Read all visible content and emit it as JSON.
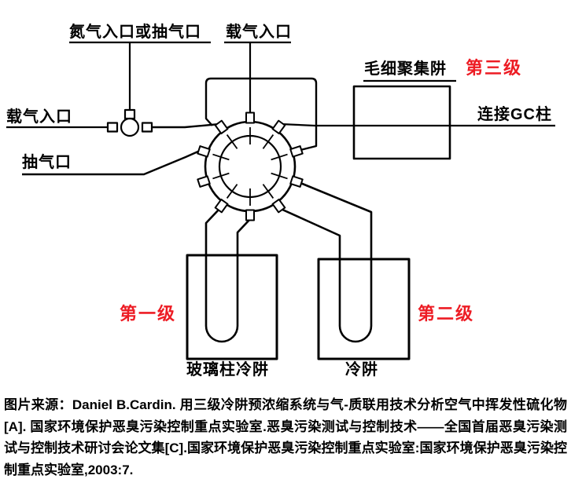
{
  "colors": {
    "stage_red": "#ed1c24",
    "diagram_line": "#000000",
    "background": "#ffffff"
  },
  "diagram": {
    "labels": {
      "nitrogen_inlet": "氮气入口或抽气口",
      "carrier_gas_inlet_top": "载气入口",
      "carrier_gas_inlet_left": "载气入口",
      "pump_port": "抽气口",
      "capillary_trap": "毛细聚集阱",
      "stage_three": "第三级",
      "gc_column": "连接GC柱",
      "stage_one": "第一级",
      "stage_two": "第二级",
      "glass_column_cold_trap": "玻璃柱冷阱",
      "cold_trap": "冷阱"
    },
    "components": {
      "valve": "ten-port-rotary-valve",
      "tee": "carrier-gas-tee-valve",
      "capillary_trap_box": "capillary-trap",
      "left_trap_box": "glass-column-cold-trap",
      "right_trap_box": "cold-trap"
    }
  },
  "caption": {
    "text": "图片来源：Daniel B.Cardin. 用三级冷阱预浓缩系统与气-质联用技术分析空气中挥发性硫化物[A]. 国家环境保护恶臭污染控制重点实验室.恶臭污染测试与控制技术——全国首届恶臭污染测试与控制技术研讨会论文集[C].国家环境保护恶臭污染控制重点实验室:国家环境保护恶臭污染控制重点实验室,2003:7."
  }
}
